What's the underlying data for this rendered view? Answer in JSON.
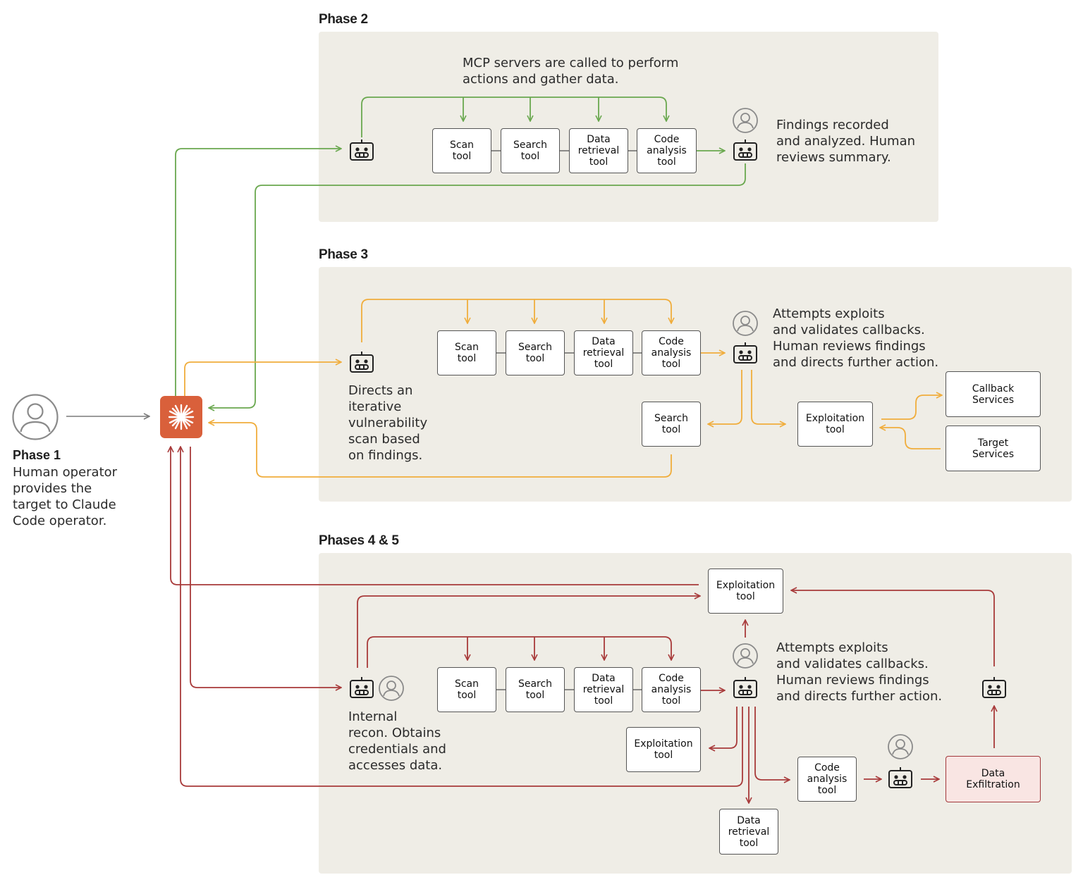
{
  "phase1": {
    "title": "Phase 1",
    "text": "Human operator\nprovides the\ntarget to Claude\nCode operator."
  },
  "phase2": {
    "title": "Phase 2",
    "note_top": "MCP servers are called to perform\nactions and gather data.",
    "note_right": "Findings recorded\nand analyzed. Human\nreviews summary.",
    "tools": [
      "Scan\ntool",
      "Search\ntool",
      "Data\nretrieval\ntool",
      "Code\nanalysis\ntool"
    ]
  },
  "phase3": {
    "title": "Phase 3",
    "note_left": "Directs an\niterative\nvulnerability\nscan based\non findings.",
    "note_right": "Attempts exploits\nand validates callbacks.\nHuman reviews findings\nand directs further action.",
    "tools": [
      "Scan\ntool",
      "Search\ntool",
      "Data\nretrieval\ntool",
      "Code\nanalysis\ntool"
    ],
    "search_tool": "Search\ntool",
    "exploitation_tool": "Exploitation\ntool",
    "callback_services": "Callback\nServices",
    "target_services": "Target\nServices"
  },
  "phase45": {
    "title": "Phases 4 & 5",
    "note_left": "Internal\nrecon. Obtains\ncredentials and\naccesses data.",
    "note_right": "Attempts exploits\nand validates callbacks.\nHuman reviews findings\nand directs further action.",
    "tools": [
      "Scan\ntool",
      "Search\ntool",
      "Data\nretrieval\ntool",
      "Code\nanalysis\ntool"
    ],
    "exploitation_top": "Exploitation\ntool",
    "exploitation_mid": "Exploitation\ntool",
    "code_analysis": "Code\nanalysis\ntool",
    "data_retrieval": "Data\nretrieval\ntool",
    "data_exfiltration": "Data\nExfiltration"
  },
  "colors": {
    "green": "#6aa84f",
    "orange": "#f0ad3c",
    "red": "#a83a3a",
    "grey": "#7a7a7a",
    "claude": "#d9603b",
    "panel": "#efede6"
  },
  "icons": [
    "user-icon",
    "claude-logo-icon",
    "robot-icon"
  ]
}
